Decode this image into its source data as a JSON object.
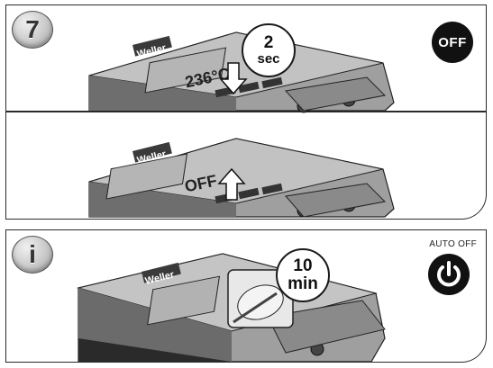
{
  "step": {
    "number": "7",
    "off_label": "OFF",
    "timer": {
      "value": "2",
      "unit": "sec"
    },
    "display_top": "236°C",
    "display_bottom": "OFF",
    "brand": "Weller"
  },
  "info": {
    "symbol": "i",
    "auto_off_label": "AUTO OFF",
    "timer": {
      "value": "10",
      "unit": "min"
    },
    "brand": "Weller"
  },
  "icons": [
    "info-icon",
    "power-icon",
    "arrow-down-icon",
    "arrow-up-icon",
    "hand-icon"
  ],
  "colors": {
    "badge": "#c9c9c9",
    "device_body": "#a8a8a8",
    "display": "#9c9c9c",
    "symbol_bg": "#111111"
  }
}
